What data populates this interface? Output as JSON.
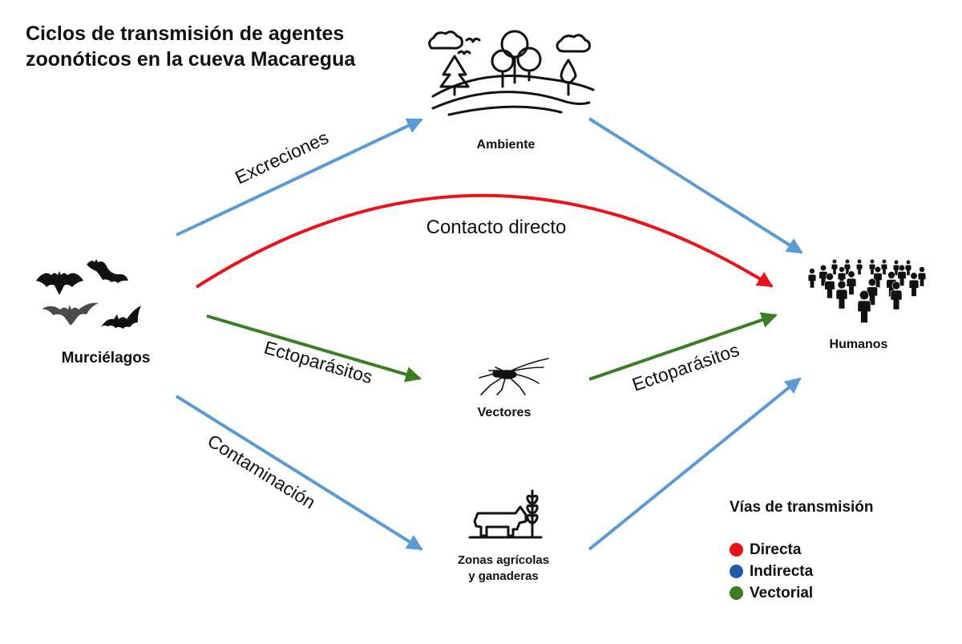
{
  "title": {
    "line1": "Ciclos de transmisión de agentes",
    "line2": "zoonóticos en la cueva Macaregua"
  },
  "nodes": {
    "bats": {
      "label": "Murciélagos",
      "icon": "bats-icon"
    },
    "environment": {
      "label": "Ambiente",
      "icon": "landscape-icon"
    },
    "humans": {
      "label": "Humanos",
      "icon": "crowd-icon"
    },
    "vectors": {
      "label": "Vectores",
      "icon": "mosquito-icon"
    },
    "farms": {
      "label_line1": "Zonas agrícolas",
      "label_line2": "y ganaderas",
      "icon": "cow-wheat-icon"
    }
  },
  "edges": {
    "excreciones": {
      "label": "Excreciones",
      "type": "Indirecta"
    },
    "contacto": {
      "label": "Contacto directo",
      "type": "Directa"
    },
    "ecto1": {
      "label": "Ectoparásitos",
      "type": "Vectorial"
    },
    "ecto2": {
      "label": "Ectoparásitos",
      "type": "Vectorial"
    },
    "contaminacion": {
      "label": "Contaminación",
      "type": "Indirecta"
    },
    "ambiente_humanos": {
      "label": "",
      "type": "Indirecta"
    },
    "zonas_humanos": {
      "label": "",
      "type": "Indirecta"
    }
  },
  "legend": {
    "title": "Vías de transmisión",
    "items": [
      {
        "label": "Directa",
        "color": "#ee1111"
      },
      {
        "label": "Indirecta",
        "color": "#1f5aa6"
      },
      {
        "label": "Vectorial",
        "color": "#3b7d23"
      }
    ]
  },
  "colors": {
    "direct_arrow": "#e8141b",
    "indirect_arrow": "#5b9bd5",
    "vector_arrow": "#3b7d23",
    "icon": "#111111"
  }
}
